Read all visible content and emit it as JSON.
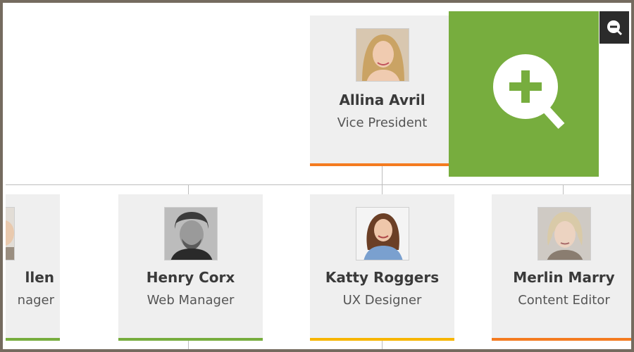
{
  "org_chart": {
    "top": {
      "name": "Allina Avril",
      "role": "Vice President",
      "accent": "#f47b20",
      "photo": "portrait-blonde-woman"
    },
    "children": [
      {
        "name": "llen",
        "role": "nager",
        "accent": "#77ad3e",
        "photo": "portrait-partial"
      },
      {
        "name": "Henry Corx",
        "role": "Web Manager",
        "accent": "#77ad3e",
        "photo": "portrait-bearded-man"
      },
      {
        "name": "Katty Roggers",
        "role": "UX Designer",
        "accent": "#f7b500",
        "photo": "portrait-brunette-woman"
      },
      {
        "name": "Merlin Marry",
        "role": "Content Editor",
        "accent": "#f47b20",
        "photo": "portrait-blonde-woman-short"
      }
    ],
    "zoom_in_icon": "zoom-in-icon",
    "zoom_out_icon": "zoom-out-icon",
    "colors": {
      "zoom_tile": "#77ad3e",
      "zoom_out_bg": "#2b2b2b",
      "frame": "#756b5f"
    }
  }
}
